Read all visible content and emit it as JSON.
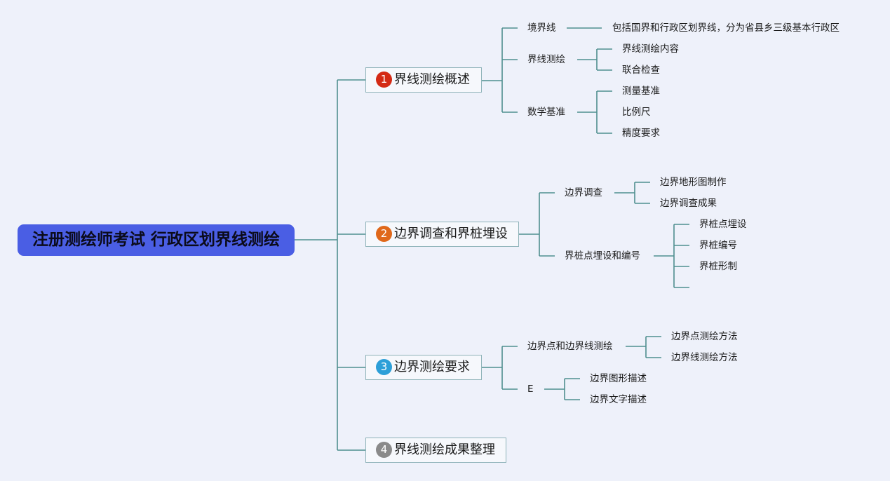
{
  "colors": {
    "root_fill": "#4a5ee4",
    "line": "#4f8f8f",
    "badge_1": "#d42a14",
    "badge_2": "#e0681a",
    "badge_3": "#2d9fd8",
    "badge_4": "#8a8a8a"
  },
  "root": {
    "label": "注册测绘师考试 行政区划界线测绘"
  },
  "branches": [
    {
      "number": "1",
      "label": "界线测绘概述",
      "children": [
        {
          "label": "境界线",
          "children": [
            "包括国界和行政区划界线，分为省县乡三级基本行政区"
          ]
        },
        {
          "label": "界线测绘",
          "children": [
            "界线测绘内容",
            "联合检查"
          ]
        },
        {
          "label": "数学基准",
          "children": [
            "测量基准",
            "比例尺",
            "精度要求"
          ]
        }
      ]
    },
    {
      "number": "2",
      "label": "边界调查和界桩埋设",
      "children": [
        {
          "label": "边界调查",
          "children": [
            "边界地形图制作",
            "边界调查成果"
          ]
        },
        {
          "label": "界桩点埋设和编号",
          "children": [
            "界桩点埋设",
            "界桩编号",
            "界桩形制",
            ""
          ]
        }
      ]
    },
    {
      "number": "3",
      "label": "边界测绘要求",
      "children": [
        {
          "label": "边界点和边界线测绘",
          "children": [
            "边界点测绘方法",
            "边界线测绘方法"
          ]
        },
        {
          "label": "E",
          "children": [
            "边界图形描述",
            "边界文字描述"
          ]
        }
      ]
    },
    {
      "number": "4",
      "label": "界线测绘成果整理",
      "children": []
    }
  ]
}
